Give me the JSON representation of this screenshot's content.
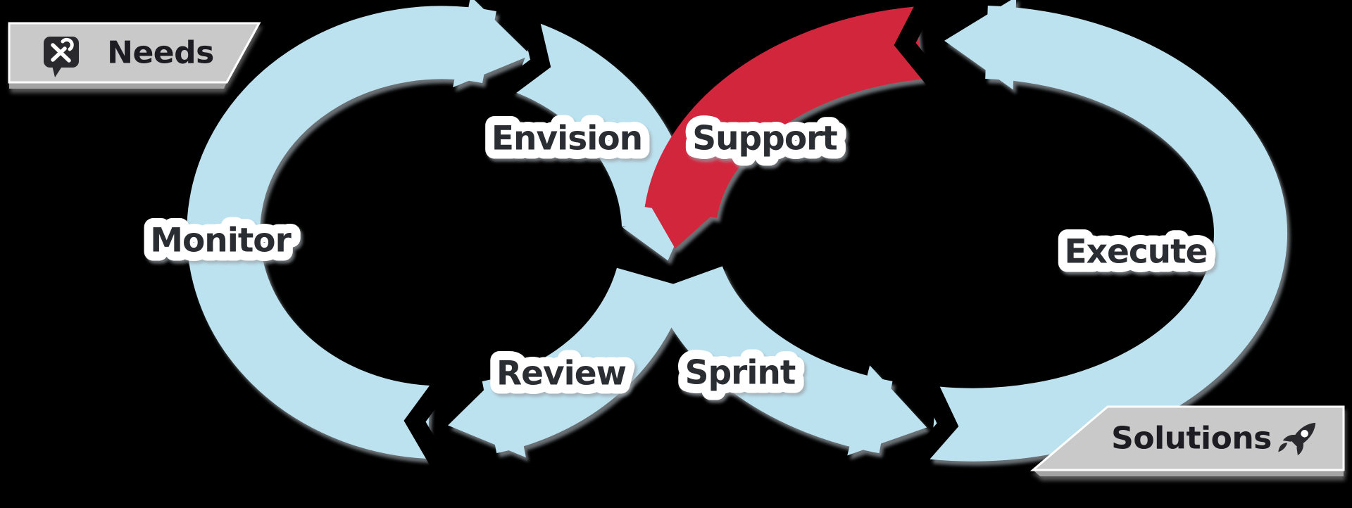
{
  "colors": {
    "background": "#000000",
    "arrow_blue": "#bce2f0",
    "arrow_red": "#d2253c",
    "label_text": "#2b2d33",
    "label_halo": "#ffffff",
    "banner_bg": "#c9c9c9",
    "banner_shadow": "#a3a3a3",
    "banner_text": "#1e1e21",
    "icon_dark": "#2b2b2e",
    "icon_detail": "#ffffff"
  },
  "banners": {
    "needs": {
      "label": "Needs",
      "icon": "tools-chat-bubble-icon"
    },
    "solutions": {
      "label": "Solutions",
      "icon": "rocket-icon"
    }
  },
  "stages": {
    "envision": "Envision",
    "support": "Support",
    "monitor": "Monitor",
    "execute": "Execute",
    "review": "Review",
    "sprint": "Sprint"
  }
}
